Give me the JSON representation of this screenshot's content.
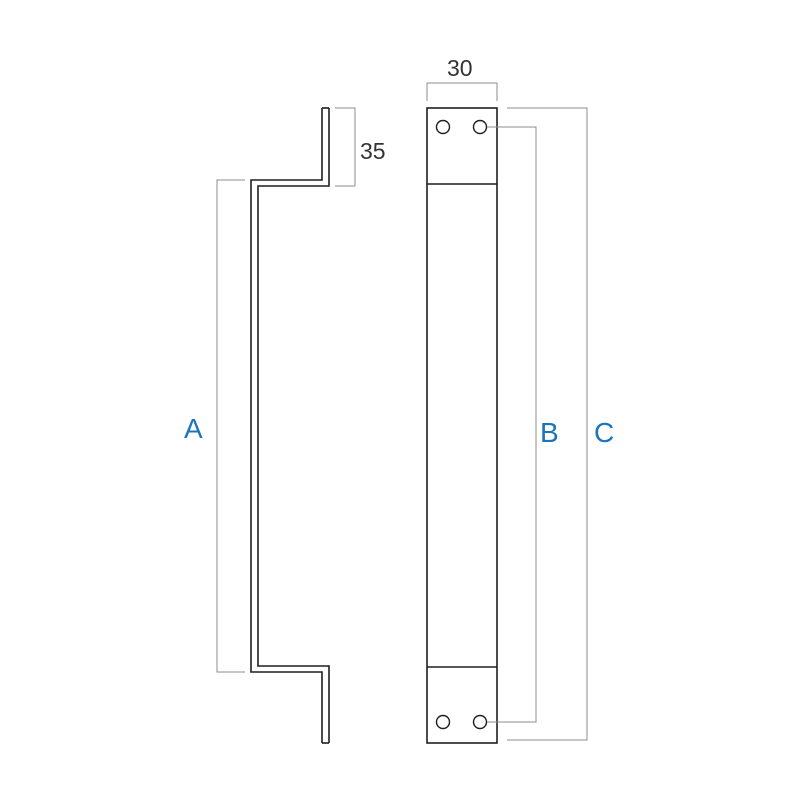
{
  "dimensions": {
    "width_label": "30",
    "offset_label": "35",
    "a_label": "A",
    "b_label": "B",
    "c_label": "C"
  },
  "colors": {
    "outline": "#1f1f1f",
    "dimension_line": "#8c8c8c",
    "dimension_text": "#333333",
    "letter_label": "#1b75bb",
    "background": "#ffffff"
  }
}
